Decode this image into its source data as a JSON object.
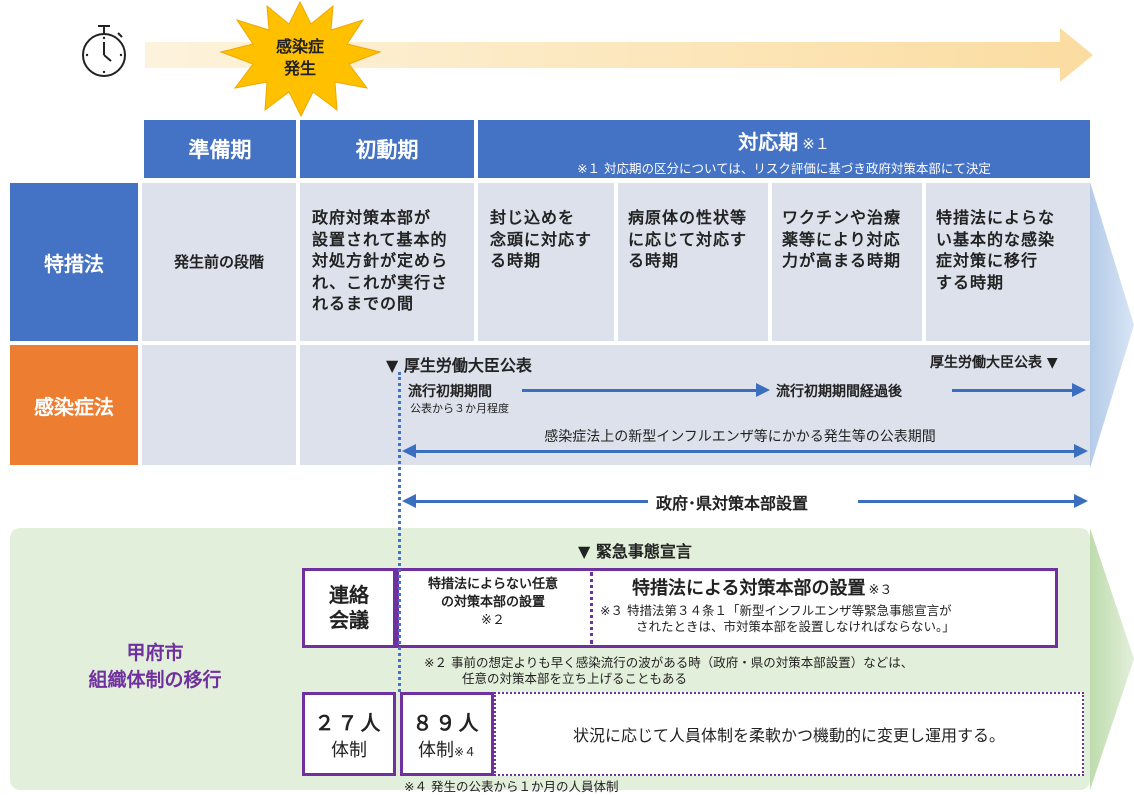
{
  "burst_text": [
    "感染症",
    "発生"
  ],
  "header": {
    "preparation": "準備期",
    "initial": "初動期",
    "response_title": "対応期",
    "response_mark": "※１",
    "response_note": "※１ 対応期の区分については、リスク評価に基づき政府対策本部にて決定"
  },
  "rows": {
    "special_law": "特措法",
    "infection_law": "感染症法",
    "kofu_line1": "甲府市",
    "kofu_line2": "組織体制の移行"
  },
  "special_law_cells": {
    "before": "発生前の段階",
    "initial": [
      "政府対策本部が",
      "設置されて基本的",
      "対処方針が定めら",
      "れ、これが実行さ",
      "れるまでの間"
    ],
    "containment": [
      "封じ込めを",
      "念頭に対応す",
      "る時期"
    ],
    "pathogen": [
      "病原体の性状等",
      "に応じて対応す",
      "る時期"
    ],
    "vaccine": [
      "ワクチンや治療",
      "薬等により対応",
      "力が高まる時期"
    ],
    "transition": [
      "特措法によらな",
      "い基本的な感染",
      "症対策に移行",
      "する時期"
    ]
  },
  "infection_law_cells": {
    "announce_left": "▼ 厚生労働大臣公表",
    "announce_right": "厚生労働大臣公表 ▼",
    "early_period": "流行初期期間",
    "early_period_note": "公表から３か月程度",
    "after_early": "流行初期期間経過後",
    "publication_period": "感染症法上の新型インフルエンザ等にかかる発生等の公表期間"
  },
  "gov_hq": "政府･県対策本部設置",
  "emergency": "▼ 緊急事態宣言",
  "liaison": [
    "連絡",
    "会議"
  ],
  "optional_hq": [
    "特措法によらない任意",
    "の対策本部の設置",
    "※２"
  ],
  "special_hq_title": "特措法による対策本部の設置",
  "special_hq_mark": "※３",
  "note3": [
    "※３ 特措法第３４条１「新型インフルエンザ等緊急事態宣言が",
    "されたときは、市対策本部を設置しなければならない。」"
  ],
  "note2": [
    "※２ 事前の想定よりも早く感染流行の波がある時（政府・県の対策本部設置）などは、",
    "任意の対策本部を立ち上げることもある"
  ],
  "staff_27": [
    "２７人",
    "体制"
  ],
  "staff_89": [
    "８９人",
    "体制",
    "※４"
  ],
  "flexible": "状況に応じて人員体制を柔軟かつ機動的に変更し運用する。",
  "note4": "※４ 発生の公表から１か月の人員体制",
  "colors": {
    "blue": "#4472c4",
    "orange": "#ed7d31",
    "purple": "#7030a0",
    "cell_bg": "#dde1ec",
    "green_bg": "#e2efda",
    "arrow_top": "#fde8b8"
  }
}
